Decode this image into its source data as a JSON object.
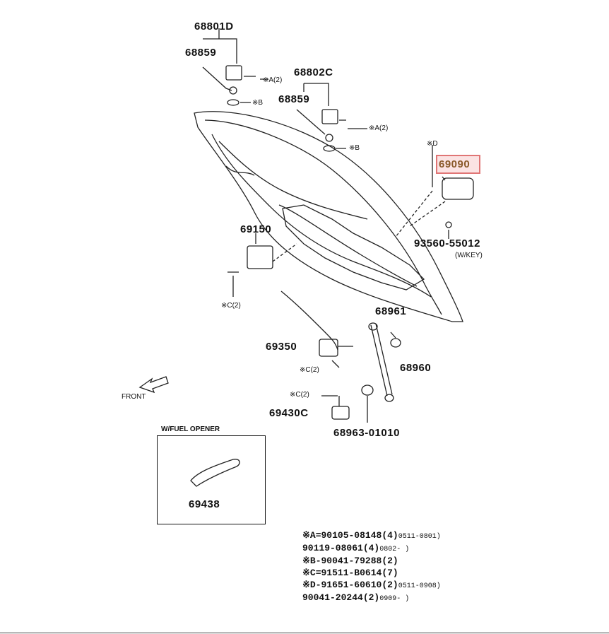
{
  "parts": {
    "p68801d": "68801D",
    "p68859_a": "68859",
    "p68802c": "68802C",
    "p68859_b": "68859",
    "p69090": "69090",
    "p93560": "93560-55012",
    "p93560_note": "(W/KEY)",
    "p69150": "69150",
    "p68961": "68961",
    "p69350": "69350",
    "p68960": "68960",
    "p69430c": "69430C",
    "p68963": "68963-01010",
    "p69438": "69438"
  },
  "small_labels": {
    "a2_top": "※A(2)",
    "b_top": "※B",
    "a2_mid": "※A(2)",
    "b_mid": "※B",
    "d_right": "※D",
    "c2_left": "※C(2)",
    "c2_mid": "※C(2)",
    "c2_low": "※C(2)",
    "front": "FRONT",
    "inset_title": "W/FUEL OPENER"
  },
  "legend": [
    {
      "code": "※A=90105-08148",
      "qty": "(4)",
      "range": "0511-0801)"
    },
    {
      "code": "  90119-08061",
      "qty": "(4)",
      "range": "0802-     )"
    },
    {
      "code": "※B-90041-79288",
      "qty": "(2)",
      "range": ""
    },
    {
      "code": "※C=91511-B0614",
      "qty": "(7)",
      "range": ""
    },
    {
      "code": "※D-91651-60610",
      "qty": "(2)",
      "range": "0511-0908)"
    },
    {
      "code": "  90041-20244",
      "qty": "(2)",
      "range": "0909-     )"
    }
  ],
  "colors": {
    "highlight": "#e07575",
    "line": "#222222"
  }
}
